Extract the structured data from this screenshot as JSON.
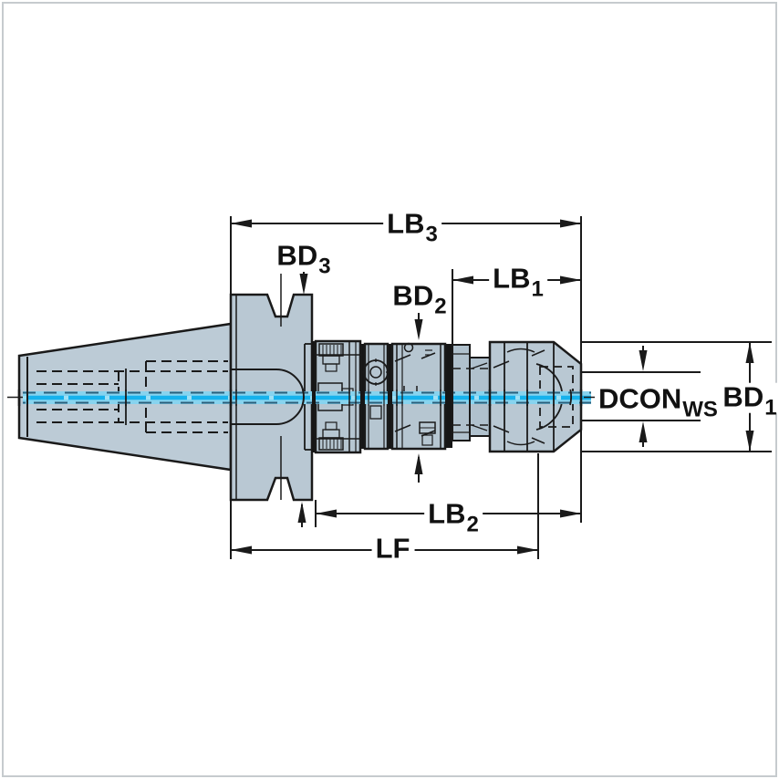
{
  "diagram": {
    "type": "engineering-dimension-drawing",
    "subject": "Tapered shank collet chuck tool holder, side view with dimension callouts",
    "colors": {
      "background": "#ffffff",
      "body_fill": "#b9c8d3",
      "outline": "#1a1a1a",
      "groove_dark": "#161616",
      "centerline_band": "#87d3ee",
      "centerline_core": "#16b2ec",
      "centerline_edge_dash": "#2b5f7b",
      "frame_border": "#c6cbce"
    },
    "labels": {
      "lb3": {
        "text": "LB",
        "sub": "3"
      },
      "bd3": {
        "text": "BD",
        "sub": "3"
      },
      "bd2": {
        "text": "BD",
        "sub": "2"
      },
      "lb1": {
        "text": "LB",
        "sub": "1"
      },
      "dcon": {
        "text": "DCON",
        "sub": "WS"
      },
      "bd1": {
        "text": "BD",
        "sub": "1"
      },
      "lb2": {
        "text": "LB",
        "sub": "2"
      },
      "lf": {
        "text": "LF",
        "sub": ""
      }
    }
  }
}
